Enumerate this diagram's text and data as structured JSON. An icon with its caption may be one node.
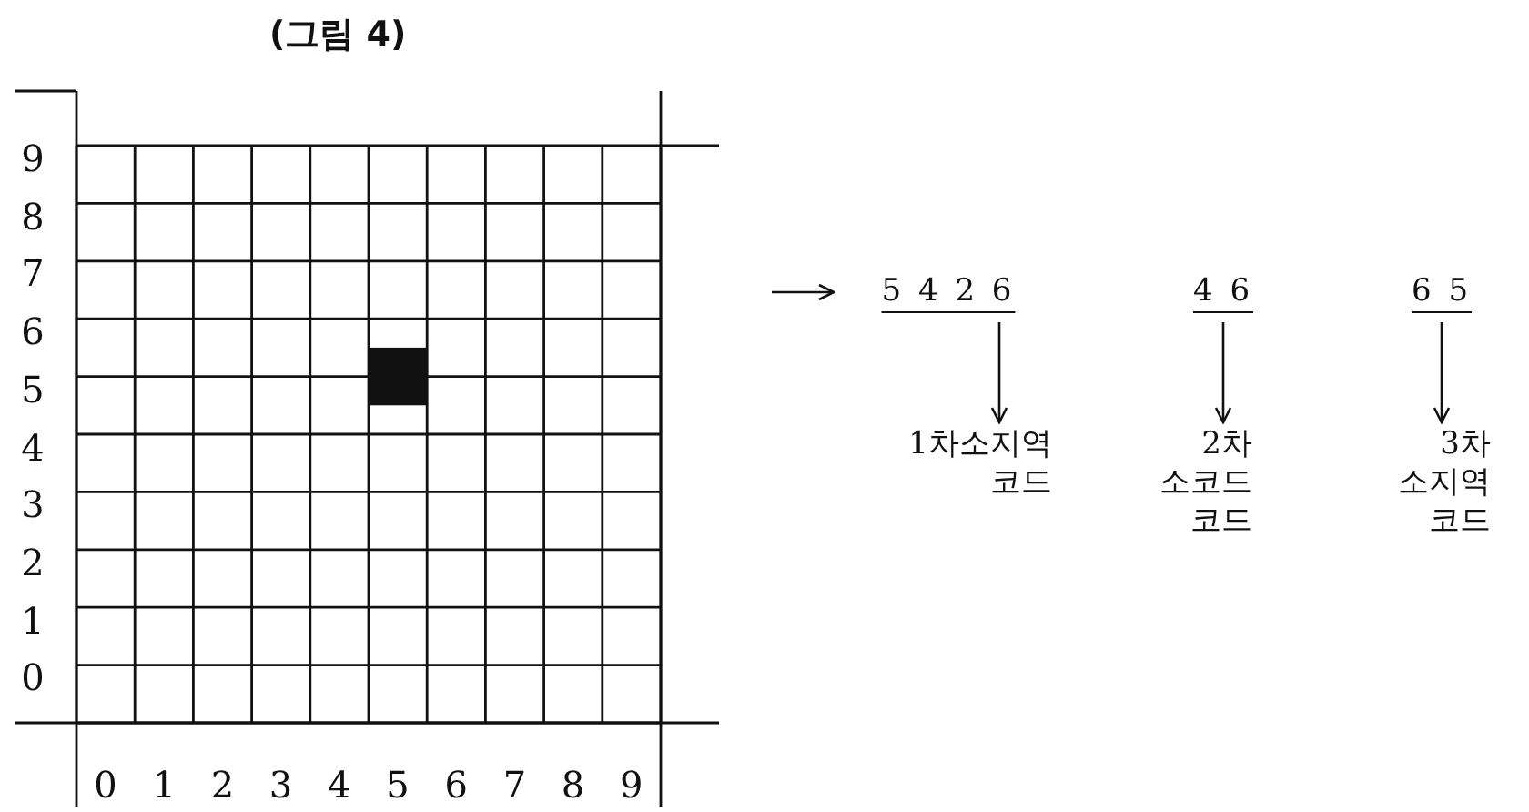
{
  "diagram": {
    "title": "(그림 4)",
    "nodes": [
      {
        "text": [
          "5 4 2 6"
        ]
      },
      {
        "text": [
          "4 6"
        ]
      },
      {
        "text": [
          "6 5"
        ]
      },
      {
        "text": [
          "1차소지역 코드"
        ]
      },
      {
        "text": [
          "2차 소코드 코드"
        ]
      },
      {
        "text": [
          "3차 소지역 코드"
        ]
      }
    ],
    "edges": [
      {
        "from": null,
        "to": 0,
        "arrow": "to"
      },
      {
        "from": 0,
        "to": 3,
        "arrow": "to"
      },
      {
        "from": 1,
        "to": 4,
        "arrow": "to"
      },
      {
        "from": 2,
        "to": 5,
        "arrow": "to"
      }
    ],
    "labels": [
      "9",
      "8",
      "7",
      "6",
      "5",
      "4",
      "3",
      "2",
      "1",
      "0",
      "0",
      "1",
      "2",
      "3",
      "4",
      "5",
      "6",
      "7",
      "8",
      "9"
    ]
  }
}
